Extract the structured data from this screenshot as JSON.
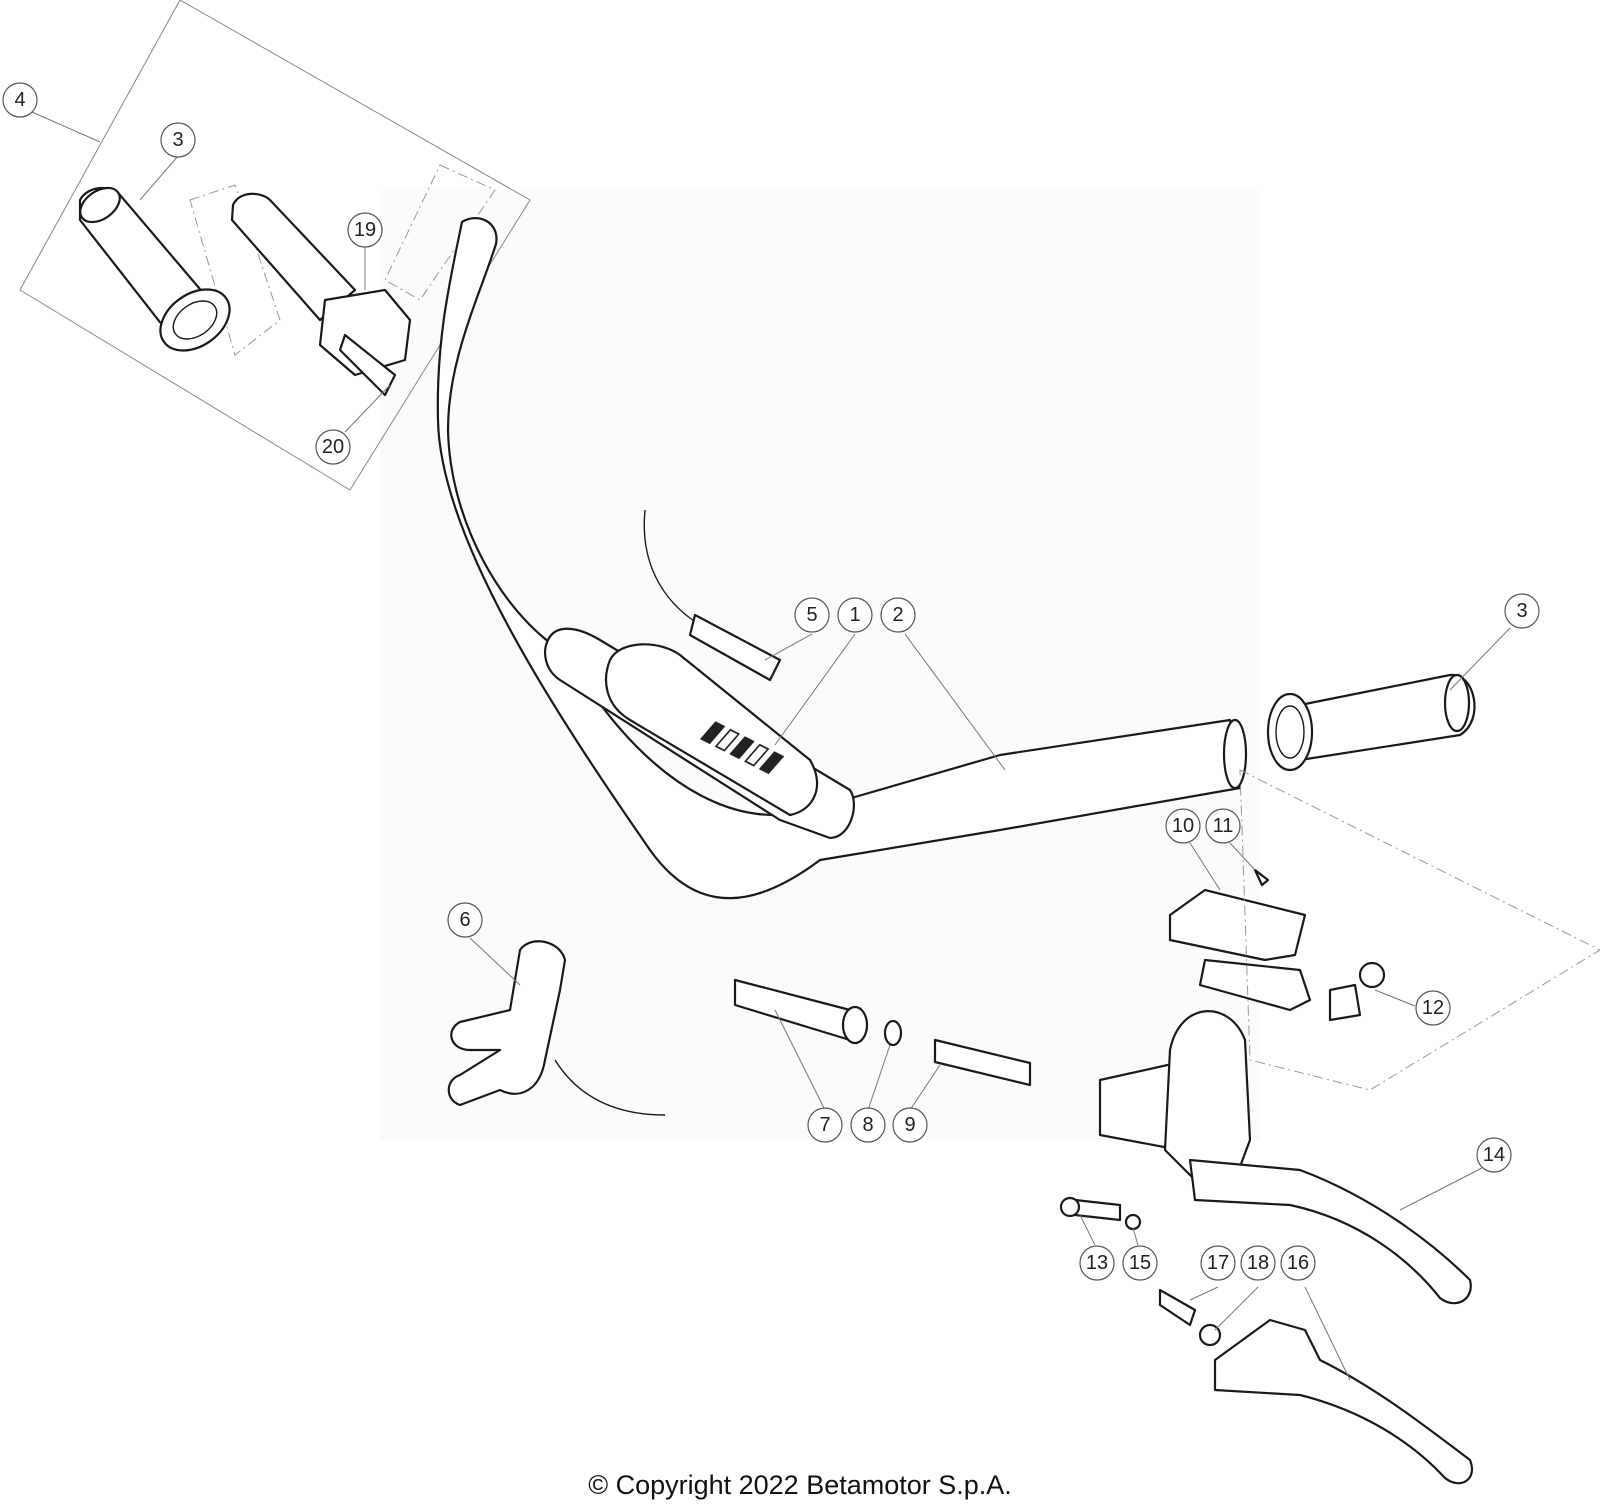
{
  "copyright": "© Copyright 2022 Betamotor S.p.A.",
  "callouts": [
    "1",
    "2",
    "3",
    "3",
    "4",
    "5",
    "6",
    "7",
    "8",
    "9",
    "10",
    "11",
    "12",
    "13",
    "14",
    "15",
    "16",
    "17",
    "18",
    "19",
    "20"
  ]
}
